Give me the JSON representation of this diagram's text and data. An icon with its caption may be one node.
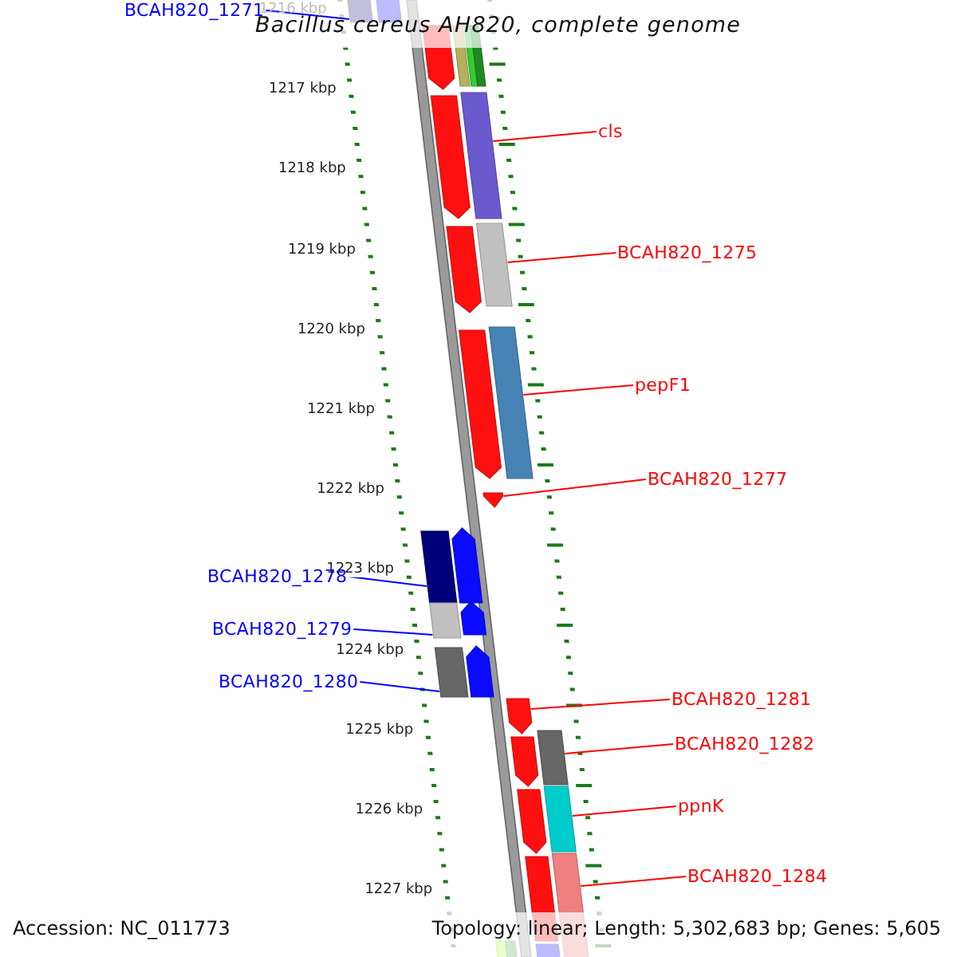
{
  "diagram": {
    "title": "Bacillus cereus AH820, complete genome",
    "nodes": [
      {
        "text": [
          "BCAH820_1271"
        ]
      },
      {
        "text": [
          "cls"
        ]
      },
      {
        "text": [
          "BCAH820_1275"
        ]
      },
      {
        "text": [
          "pepF1"
        ]
      },
      {
        "text": [
          "BCAH820_1277"
        ]
      },
      {
        "text": [
          "BCAH820_1278"
        ]
      },
      {
        "text": [
          "BCAH820_1279"
        ]
      },
      {
        "text": [
          "BCAH820_1280"
        ]
      },
      {
        "text": [
          "BCAH820_1281"
        ]
      },
      {
        "text": [
          "BCAH820_1282"
        ]
      },
      {
        "text": [
          "ppnK"
        ]
      },
      {
        "text": [
          "BCAH820_1284"
        ]
      },
      {
        "text": [],
        "shape": "box"
      },
      {
        "text": [],
        "shape": "box"
      },
      {
        "text": [],
        "shape": "box"
      },
      {
        "text": [],
        "shape": "box"
      },
      {
        "text": [],
        "shape": "arrow"
      },
      {
        "text": [],
        "shape": "box"
      },
      {
        "text": [],
        "shape": "box"
      },
      {
        "text": [],
        "shape": "box"
      },
      {
        "text": [],
        "shape": "arrow"
      },
      {
        "text": [],
        "shape": "box"
      },
      {
        "text": [],
        "shape": "box"
      },
      {
        "text": [],
        "shape": "box"
      },
      {
        "text": [],
        "shape": "box"
      },
      {
        "text": [],
        "shape": "arrow"
      },
      {
        "text": [],
        "shape": "box"
      },
      {
        "text": [],
        "shape": "box"
      },
      {
        "text": [],
        "shape": "box"
      },
      {
        "text": [],
        "shape": "arrow"
      },
      {
        "text": [],
        "shape": "arrow"
      },
      {
        "text": [],
        "shape": "arrow"
      },
      {
        "text": [],
        "shape": "arrow"
      },
      {
        "text": [],
        "shape": "arrow"
      },
      {
        "text": [],
        "shape": "arrow"
      },
      {
        "text": [],
        "shape": "arrow"
      },
      {
        "text": [],
        "shape": "arrow"
      },
      {
        "text": [],
        "shape": "box"
      },
      {
        "text": [],
        "shape": "box"
      },
      {
        "text": [],
        "shape": "box"
      },
      {
        "text": [],
        "shape": "box"
      }
    ],
    "edges": [
      {
        "from": 0,
        "to": 12,
        "arrow": "none",
        "color": "#0000ff"
      },
      {
        "from": 1,
        "to": 13,
        "arrow": "none"
      },
      {
        "from": 2,
        "to": 14,
        "arrow": "none"
      },
      {
        "from": 3,
        "to": 15,
        "arrow": "none"
      },
      {
        "from": 4,
        "to": 16,
        "arrow": "none"
      },
      {
        "from": 5,
        "to": 17,
        "arrow": "none",
        "color": "#0000ff"
      },
      {
        "from": 6,
        "to": 18,
        "arrow": "none",
        "color": "#0000ff"
      },
      {
        "from": 7,
        "to": 19,
        "arrow": "none",
        "color": "#0000ff"
      },
      {
        "from": 8,
        "to": 20,
        "arrow": "none"
      },
      {
        "from": 9,
        "to": 21,
        "arrow": "none"
      },
      {
        "from": 10,
        "to": 22,
        "arrow": "none"
      },
      {
        "from": 11,
        "to": 23,
        "arrow": "none"
      }
    ],
    "labels": [
      "1216 kbp",
      "1217 kbp",
      "1218 kbp",
      "1219 kbp",
      "1220 kbp",
      "1221 kbp",
      "1222 kbp",
      "1223 kbp",
      "1224 kbp",
      "1225 kbp",
      "1226 kbp",
      "1227 kbp",
      "Accession: NC_011773",
      "Topology: linear; Length: 5,302,683 bp; Genes: 5,605"
    ]
  }
}
